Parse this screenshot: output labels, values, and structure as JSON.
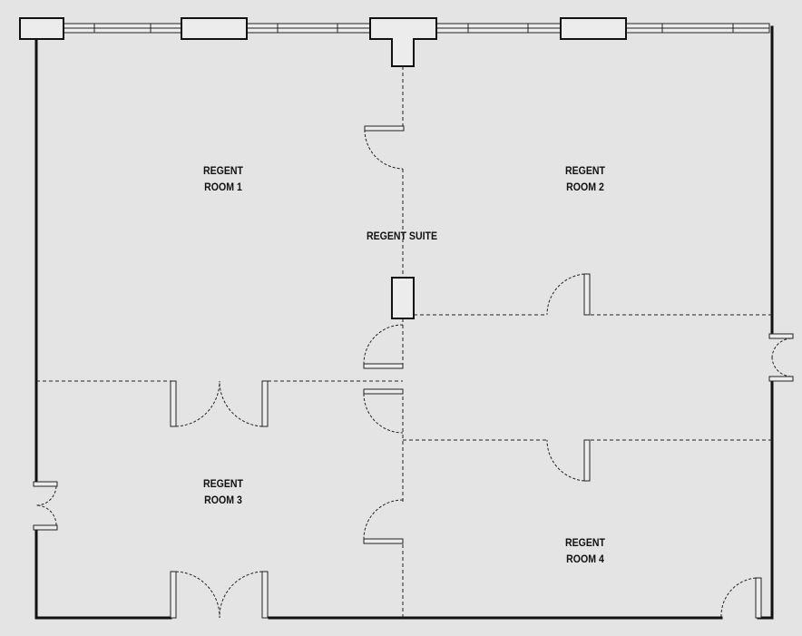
{
  "rooms": {
    "room_1": {
      "line1": "REGENT",
      "line2": "ROOM 1"
    },
    "room_2": {
      "line1": "REGENT",
      "line2": "ROOM 2"
    },
    "suite": {
      "label": "REGENT SUITE"
    },
    "room_3": {
      "line1": "REGENT",
      "line2": "ROOM 3"
    },
    "room_4": {
      "line1": "REGENT",
      "line2": "ROOM 4"
    }
  },
  "colors": {
    "background": "#e4e4e4",
    "wall": "#111111",
    "partition": "#222222",
    "fixture_fill": "#ececec"
  }
}
